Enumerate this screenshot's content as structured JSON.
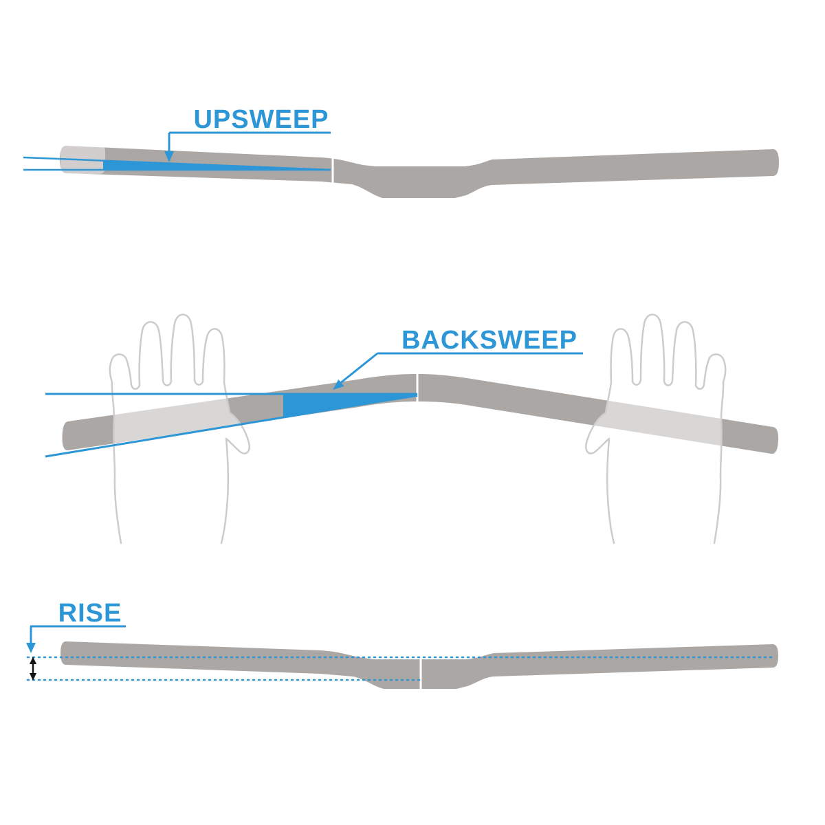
{
  "labels": {
    "upsweep": "UPSWEEP",
    "backsweep": "BACKSWEEP",
    "rise": "RISE"
  },
  "colors": {
    "accent": "#2D96D6",
    "bar": "#ABA7A4",
    "hand": "#CCCCCC",
    "ink": "#141414",
    "background": "#FFFFFF"
  }
}
